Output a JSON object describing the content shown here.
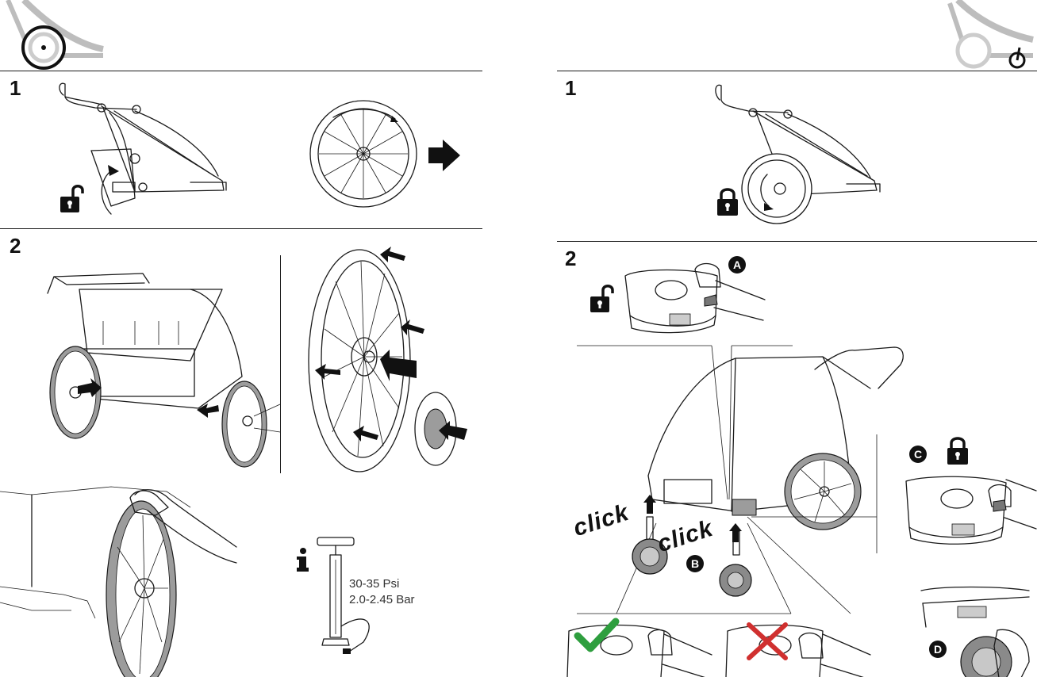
{
  "left_page": {
    "step_1": "1",
    "step_2": "2",
    "pressure_psi": "30-35 Psi",
    "pressure_bar": "2.0-2.45 Bar"
  },
  "right_page": {
    "step_1": "1",
    "step_2": "2",
    "label_a": "A",
    "label_b": "B",
    "label_c": "C",
    "label_d": "D",
    "click_1": "click",
    "click_2": "click"
  },
  "icons": {
    "unlocked": "padlock-open-icon",
    "locked": "padlock-closed-icon",
    "info": "info-icon",
    "correct": "checkmark-icon",
    "incorrect": "cross-icon"
  },
  "colors": {
    "ink": "#1a1a1a",
    "tire_grey": "#9c9c9c",
    "check_green": "#2e9e3e",
    "cross_red": "#d0302f"
  }
}
